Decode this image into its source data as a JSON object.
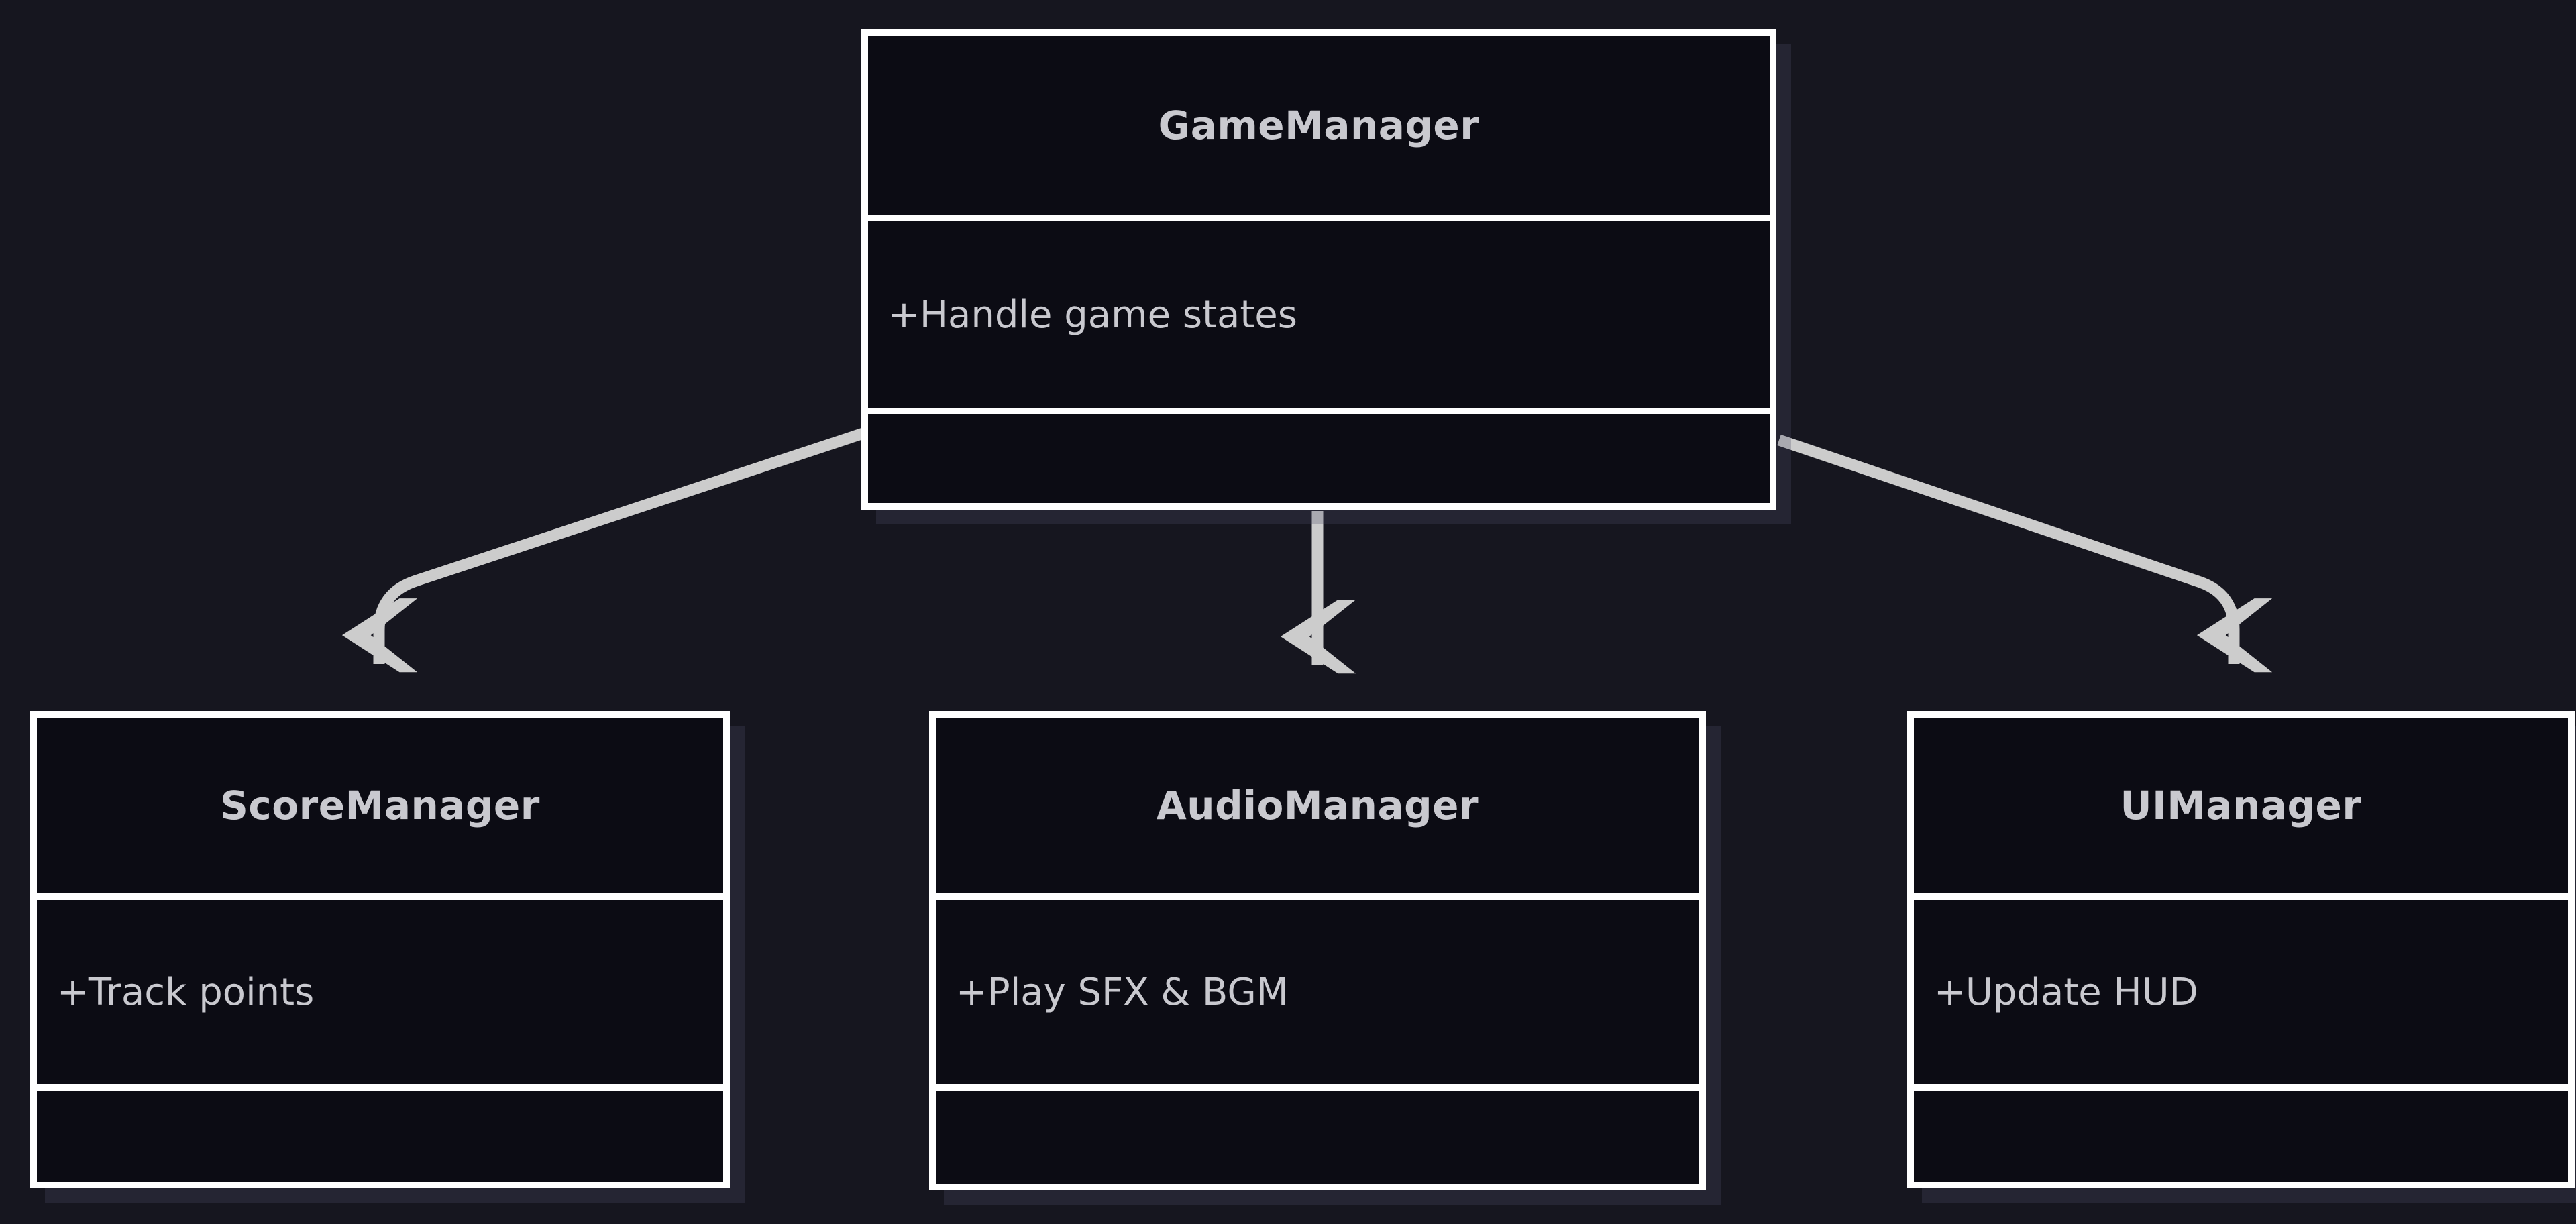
{
  "diagram": {
    "type": "uml-class-diagram",
    "title": "",
    "colors": {
      "page_background": "#16161f",
      "box_fill": "#0c0c14",
      "box_border": "#ffffff",
      "text": "#c9c9cf",
      "connector": "#cccccc",
      "shadow": "#50506940"
    },
    "classes": [
      {
        "id": "gamemanager",
        "name": "GameManager",
        "members": [
          "+Handle game states"
        ],
        "footer": "",
        "position": "top-center"
      },
      {
        "id": "scoremanager",
        "name": "ScoreManager",
        "members": [
          "+Track points"
        ],
        "footer": "",
        "position": "bottom-left"
      },
      {
        "id": "audiomanager",
        "name": "AudioManager",
        "members": [
          "+Play SFX & BGM"
        ],
        "footer": "",
        "position": "bottom-center"
      },
      {
        "id": "uimanager",
        "name": "UIManager",
        "members": [
          "+Update HUD"
        ],
        "footer": "",
        "position": "bottom-right"
      }
    ],
    "connectors": [
      {
        "id": "gamemanager-to-scoremanager",
        "from": "gamemanager",
        "to": "scoremanager",
        "style": "solid",
        "arrowhead": "open-v",
        "shape": "curved-diagonal-left"
      },
      {
        "id": "gamemanager-to-audiomanager",
        "from": "gamemanager",
        "to": "audiomanager",
        "style": "solid",
        "arrowhead": "open-v",
        "shape": "straight-vertical"
      },
      {
        "id": "gamemanager-to-uimanager",
        "from": "gamemanager",
        "to": "uimanager",
        "style": "solid",
        "arrowhead": "open-v",
        "shape": "curved-diagonal-right"
      }
    ]
  }
}
